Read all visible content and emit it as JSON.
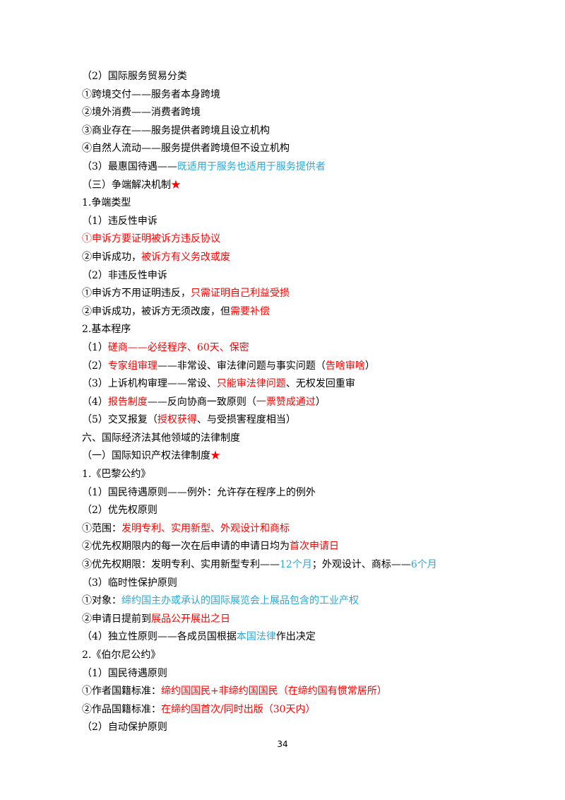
{
  "colors": {
    "text": "#000000",
    "red": "#ff0000",
    "blue": "#2aa8d8"
  },
  "lines": [
    [
      {
        "t": "（2）国际服务贸易分类",
        "c": ""
      }
    ],
    [
      {
        "t": "①跨境交付——服务者本身跨境",
        "c": ""
      }
    ],
    [
      {
        "t": "②境外消费——消费者跨境",
        "c": ""
      }
    ],
    [
      {
        "t": "③商业存在——服务提供者跨境且设立机构",
        "c": ""
      }
    ],
    [
      {
        "t": "④自然人流动——服务提供者跨境但不设立机构",
        "c": ""
      }
    ],
    [
      {
        "t": "（3）最惠国待遇——",
        "c": ""
      },
      {
        "t": "既适用于服务也适用于服务提供者",
        "c": "blue"
      }
    ],
    [
      {
        "t": "（三）争端解决机制",
        "c": ""
      },
      {
        "t": "★",
        "c": "star"
      }
    ],
    [
      {
        "t": "1.争端类型",
        "c": ""
      }
    ],
    [
      {
        "t": "（1）违反性申诉",
        "c": ""
      }
    ],
    [
      {
        "t": "①申诉方要证明被诉方违反协议",
        "c": "red"
      }
    ],
    [
      {
        "t": "②申诉成功，",
        "c": ""
      },
      {
        "t": "被诉方有义务改或废",
        "c": "red"
      }
    ],
    [
      {
        "t": "（2）非违反性申诉",
        "c": ""
      }
    ],
    [
      {
        "t": "①申诉方不用证明违反，",
        "c": ""
      },
      {
        "t": "只需证明自己利益受损",
        "c": "red"
      }
    ],
    [
      {
        "t": "②申诉成功，被诉方无须改废，但",
        "c": ""
      },
      {
        "t": "需要补偿",
        "c": "red"
      }
    ],
    [
      {
        "t": "2.基本程序",
        "c": ""
      }
    ],
    [
      {
        "t": "（1）",
        "c": ""
      },
      {
        "t": "磋商——必经程序、60天、保密",
        "c": "red"
      }
    ],
    [
      {
        "t": "（2）",
        "c": ""
      },
      {
        "t": "专家组审理",
        "c": "red"
      },
      {
        "t": "——非常设、审法律问题与事实问题（",
        "c": ""
      },
      {
        "t": "告啥审啥",
        "c": "red"
      },
      {
        "t": "）",
        "c": ""
      }
    ],
    [
      {
        "t": "（3）上诉机构审理——常设、",
        "c": ""
      },
      {
        "t": "只能审法律问题",
        "c": "red"
      },
      {
        "t": "、无权发回重审",
        "c": ""
      }
    ],
    [
      {
        "t": "（4）",
        "c": ""
      },
      {
        "t": "报告制度",
        "c": "red"
      },
      {
        "t": "——反向协商一致原则（",
        "c": ""
      },
      {
        "t": "一票赞成通过",
        "c": "red"
      },
      {
        "t": "）",
        "c": ""
      }
    ],
    [
      {
        "t": "（5）交叉报复（",
        "c": ""
      },
      {
        "t": "授权获得",
        "c": "red"
      },
      {
        "t": "、与受损害程度相当）",
        "c": ""
      }
    ],
    [
      {
        "t": "六、国际经济法其他领域的法律制度",
        "c": ""
      }
    ],
    [
      {
        "t": "（一）国际知识产权法律制度",
        "c": ""
      },
      {
        "t": "★",
        "c": "star"
      }
    ],
    [
      {
        "t": "1.《巴黎公约》",
        "c": ""
      }
    ],
    [
      {
        "t": "（1）国民待遇原则——例外：允许存在程序上的例外",
        "c": ""
      }
    ],
    [
      {
        "t": "（2）优先权原则",
        "c": ""
      }
    ],
    [
      {
        "t": "①范围：",
        "c": ""
      },
      {
        "t": "发明专利、实用新型、外观设计和商标",
        "c": "red"
      }
    ],
    [
      {
        "t": "②优先权期限内的每一次在后申请的申请日均为",
        "c": ""
      },
      {
        "t": "首次申请日",
        "c": "red"
      }
    ],
    [
      {
        "t": "③优先权期限：发明专利、实用新型专利——",
        "c": ""
      },
      {
        "t": "12个月",
        "c": "blue"
      },
      {
        "t": "；外观设计、商标——",
        "c": ""
      },
      {
        "t": "6个月",
        "c": "blue"
      }
    ],
    [
      {
        "t": "（3）临时性保护原则",
        "c": ""
      }
    ],
    [
      {
        "t": "①对象：",
        "c": ""
      },
      {
        "t": "缔约国主办或承认的国际展览会上展品包含的工业产权",
        "c": "blue"
      }
    ],
    [
      {
        "t": "②申请日提前到",
        "c": ""
      },
      {
        "t": "展品公开展出之日",
        "c": "red"
      }
    ],
    [
      {
        "t": "（4）独立性原则——各成员国根据",
        "c": ""
      },
      {
        "t": "本国法律",
        "c": "blue"
      },
      {
        "t": "作出决定",
        "c": ""
      }
    ],
    [
      {
        "t": "2.《伯尔尼公约》",
        "c": ""
      }
    ],
    [
      {
        "t": "（1）国民待遇原则",
        "c": ""
      }
    ],
    [
      {
        "t": "①作者国籍标准：",
        "c": ""
      },
      {
        "t": "缔约国国民+非缔约国国民（在缔约国有惯常居所）",
        "c": "red"
      }
    ],
    [
      {
        "t": "②作品国籍标准：",
        "c": ""
      },
      {
        "t": "在缔约国首次/同时出版（30天内）",
        "c": "red"
      }
    ],
    [
      {
        "t": "（2）自动保护原则",
        "c": ""
      }
    ]
  ],
  "page_number": "34"
}
